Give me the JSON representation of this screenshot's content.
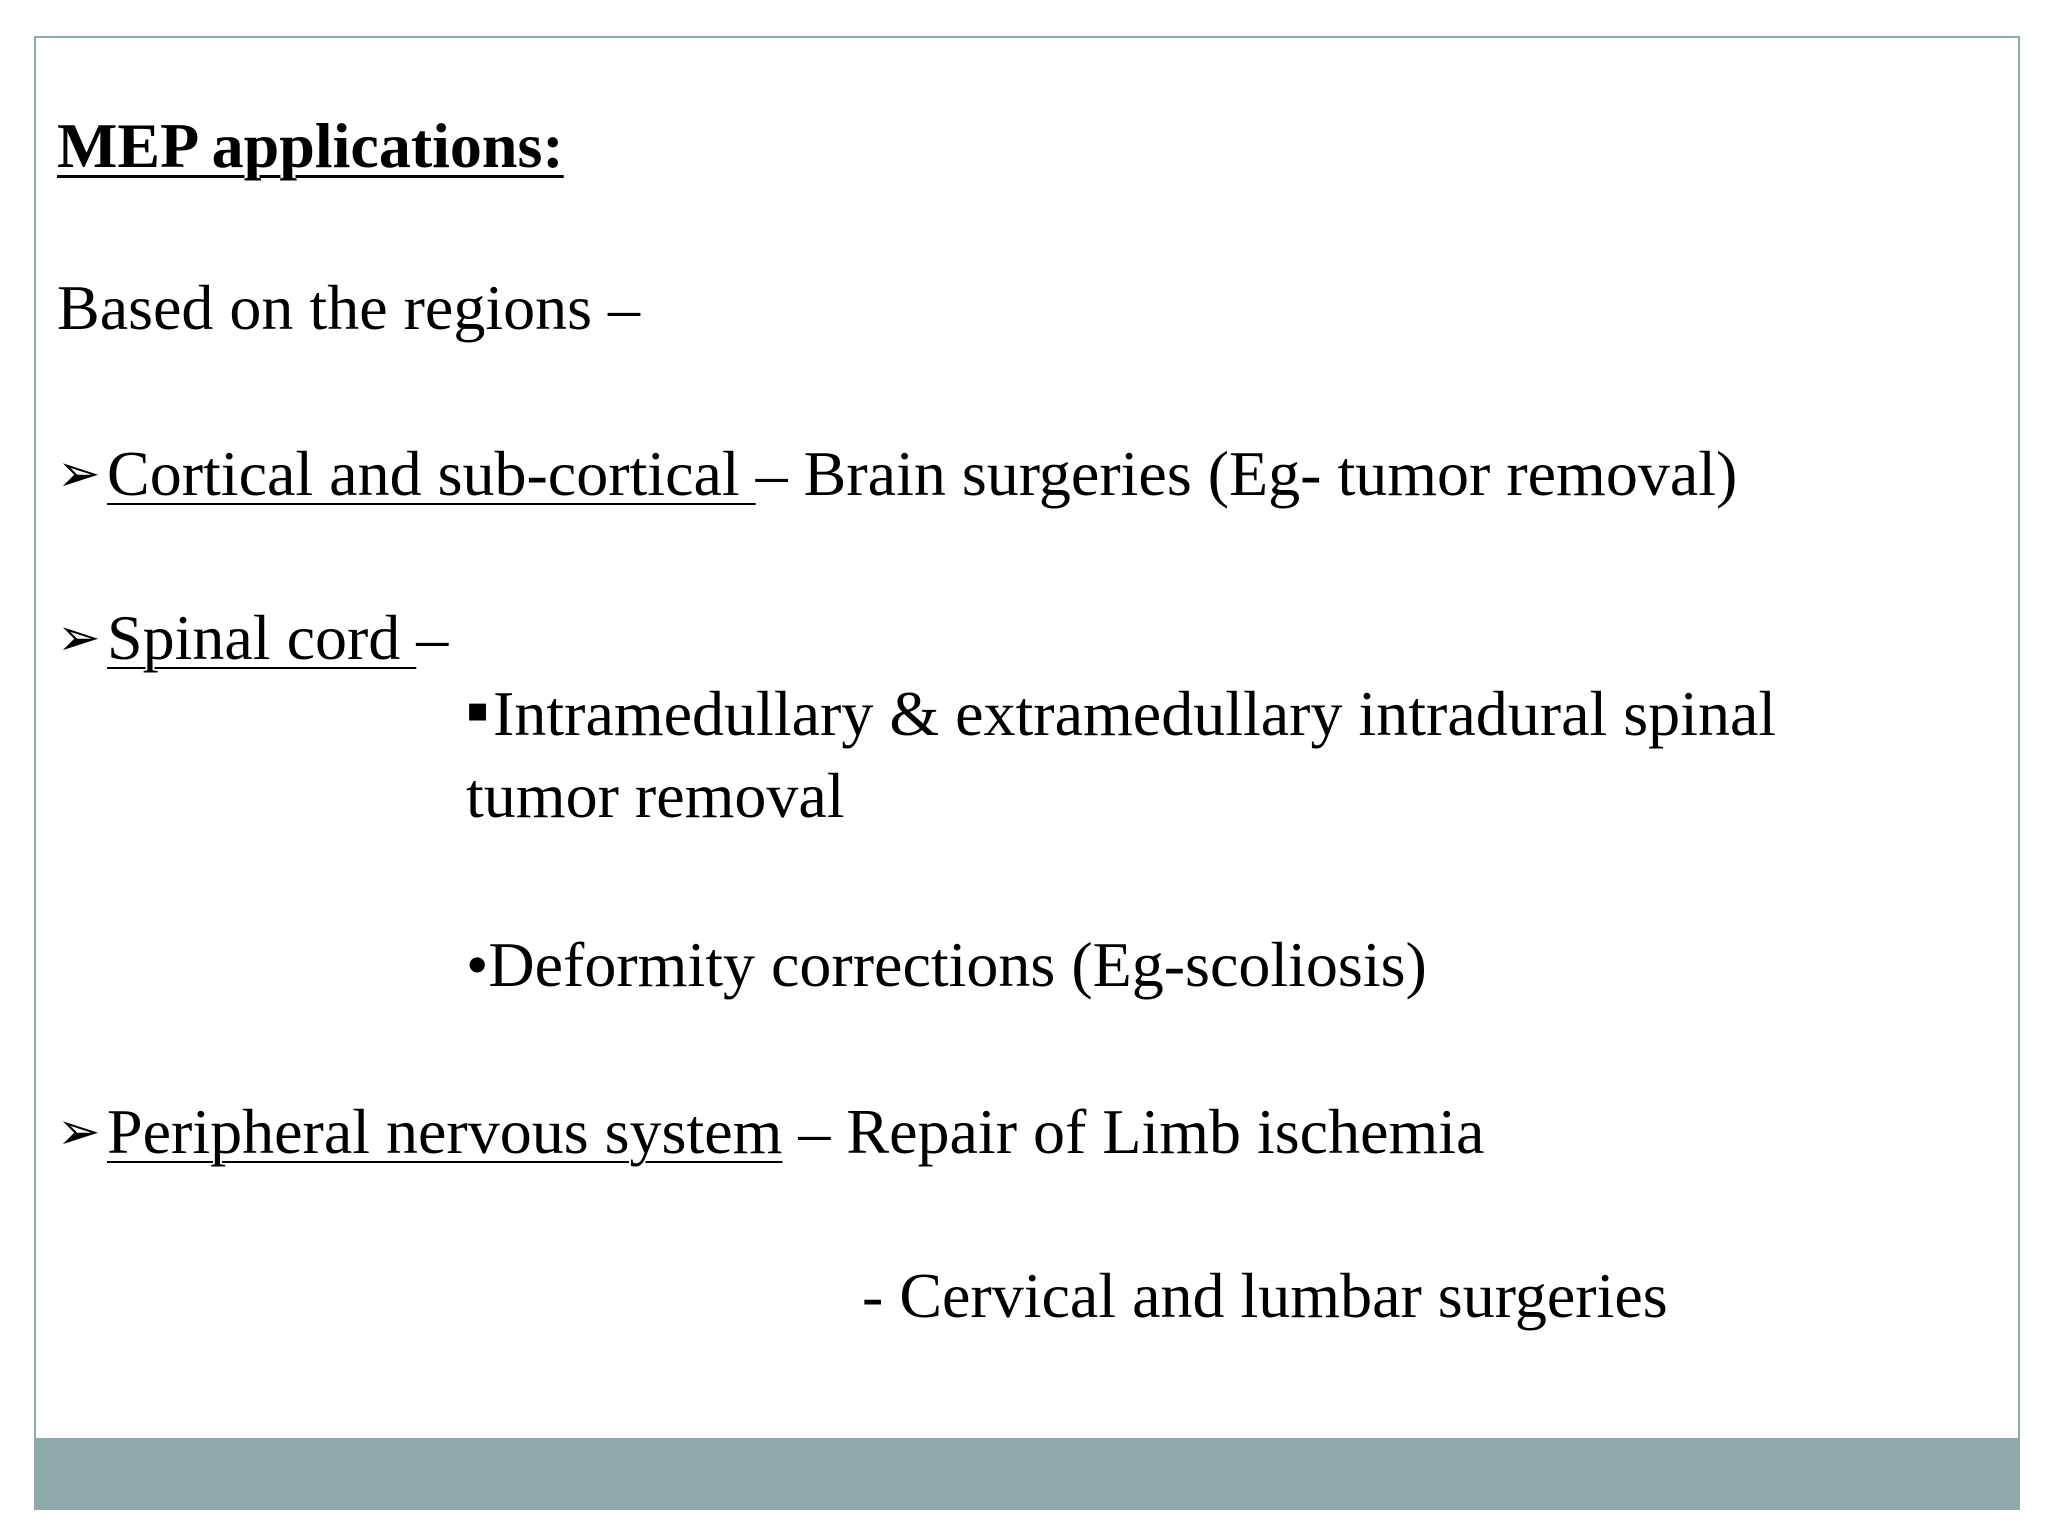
{
  "colors": {
    "border": "#8fa9ab",
    "footer_band": "#8fa9ab",
    "text": "#000000",
    "background": "#ffffff"
  },
  "slide": {
    "title": "MEP applications:",
    "intro": "Based on the regions –",
    "bullet_icon": "arrow-bullet-icon",
    "items": [
      {
        "label": "Cortical and sub-cortical ",
        "separator": "– ",
        "text": "Brain surgeries (Eg- tumor removal)"
      },
      {
        "label": "Spinal cord ",
        "separator": "–",
        "sub_items": [
          {
            "marker": "▪",
            "line1": "Intramedullary & extramedullary intradural  spinal",
            "line2": "tumor removal"
          },
          {
            "marker": "•",
            "line1": "Deformity corrections (Eg-scoliosis)"
          }
        ]
      },
      {
        "label": "Peripheral nervous system",
        "separator": " – ",
        "text": "Repair of Limb ischemia",
        "continuation": "- Cervical and lumbar surgeries"
      }
    ]
  }
}
